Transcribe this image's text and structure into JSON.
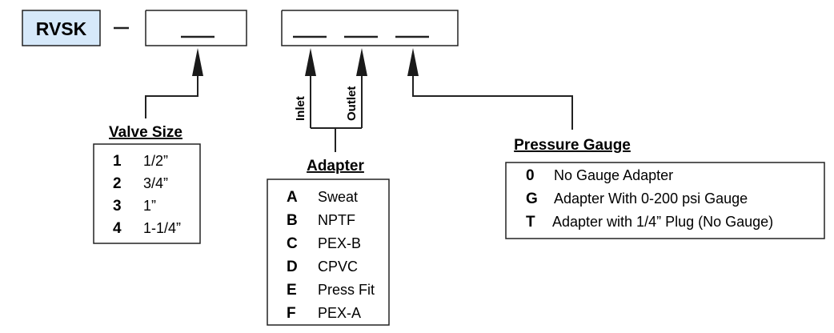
{
  "model_prefix": "RVSK",
  "separator": "—",
  "arrow_labels": {
    "inlet": "Inlet",
    "outlet": "Outlet"
  },
  "valve_size": {
    "heading": "Valve Size",
    "options": [
      {
        "code": "1",
        "desc": "1/2”"
      },
      {
        "code": "2",
        "desc": "3/4”"
      },
      {
        "code": "3",
        "desc": "1”"
      },
      {
        "code": "4",
        "desc": "1-1/4”"
      }
    ]
  },
  "adapter": {
    "heading": "Adapter",
    "options": [
      {
        "code": "A",
        "desc": "Sweat"
      },
      {
        "code": "B",
        "desc": "NPTF"
      },
      {
        "code": "C",
        "desc": "PEX-B"
      },
      {
        "code": "D",
        "desc": "CPVC"
      },
      {
        "code": "E",
        "desc": "Press Fit"
      },
      {
        "code": "F",
        "desc": "PEX-A"
      }
    ]
  },
  "pressure_gauge": {
    "heading": "Pressure Gauge",
    "options": [
      {
        "code": "0",
        "desc": "No Gauge Adapter"
      },
      {
        "code": "G",
        "desc": "Adapter With 0-200 psi Gauge"
      },
      {
        "code": "T",
        "desc": "Adapter with 1/4” Plug (No Gauge)"
      }
    ]
  },
  "colors": {
    "prefix_fill": "#d6e9fa",
    "line": "#222222",
    "arrow": "#1a1a1a"
  }
}
